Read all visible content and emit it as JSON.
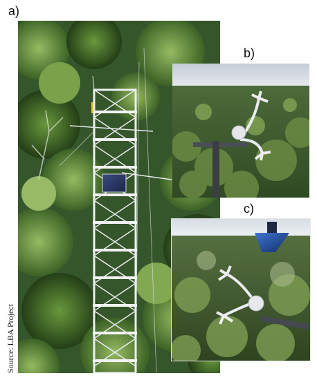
{
  "panels": {
    "a": {
      "label": "a)"
    },
    "b": {
      "label": "b)"
    },
    "c": {
      "label": "c)"
    }
  },
  "source": "Source:  LBA Project",
  "colors": {
    "forest_dark": "#2d4a1e",
    "forest_mid": "#4f7a2e",
    "forest_light": "#8fb35a",
    "sky": "#d5dde6",
    "tower_metal": "#e6e8ea",
    "solar_panel": "#2b3a66",
    "sensor_blue": "#1d4fa8"
  }
}
